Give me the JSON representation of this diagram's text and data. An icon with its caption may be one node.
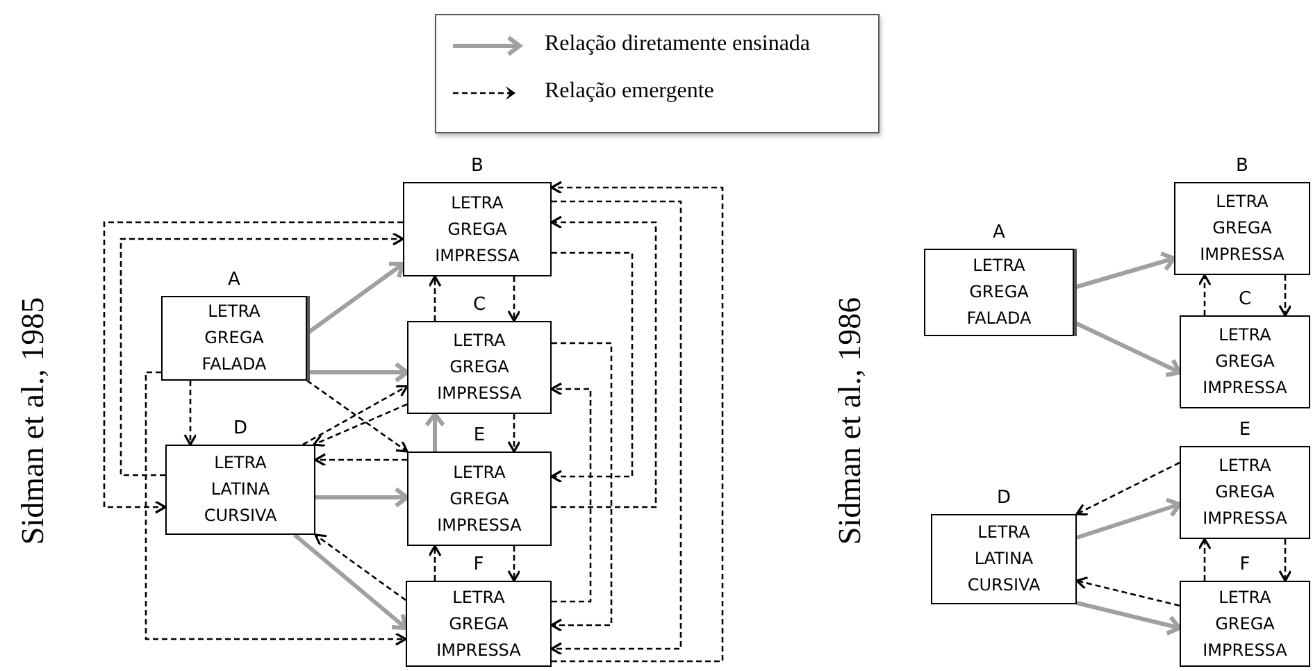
{
  "diagram": {
    "nodes": [
      {
        "text": [
          "A",
          "LETRA GREGA FALADA"
        ]
      },
      {
        "text": [
          "B",
          "LETRA GREGA IMPRESSA"
        ]
      },
      {
        "text": [
          "C",
          "LETRA GREGA IMPRESSA"
        ]
      },
      {
        "text": [
          "D",
          "LETRA LATINA CURSIVA"
        ]
      },
      {
        "text": [
          "E",
          "LETRA GREGA IMPRESSA"
        ]
      },
      {
        "text": [
          "F",
          "LETRA GREGA IMPRESSA"
        ]
      },
      {
        "text": [
          "A",
          "LETRA GREGA FALADA"
        ]
      },
      {
        "text": [
          "B",
          "LETRA GREGA IMPRESSA"
        ]
      },
      {
        "text": [
          "C",
          "LETRA GREGA IMPRESSA"
        ]
      },
      {
        "text": [
          "D",
          "LETRA LATINA CURSIVA"
        ]
      },
      {
        "text": [
          "E",
          "LETRA GREGA IMPRESSA"
        ]
      },
      {
        "text": [
          "F",
          "LETRA GREGA IMPRESSA"
        ]
      }
    ],
    "edges": [
      {
        "from": 0,
        "to": 1,
        "arrow": "to",
        "style": "thick",
        "color": "#a0a0a0"
      },
      {
        "from": 0,
        "to": 2,
        "arrow": "to",
        "style": "thick",
        "color": "#a0a0a0"
      },
      {
        "from": 3,
        "to": 4,
        "arrow": "to",
        "style": "thick",
        "color": "#a0a0a0"
      },
      {
        "from": 3,
        "to": 5,
        "arrow": "to",
        "style": "thick",
        "color": "#a0a0a0"
      },
      {
        "from": 4,
        "to": 2,
        "arrow": "to",
        "style": "thick",
        "color": "#a0a0a0"
      },
      {
        "from": 0,
        "to": 3,
        "arrow": "to",
        "style": "dashed"
      },
      {
        "from": 0,
        "to": 4,
        "arrow": "to",
        "style": "dashed"
      },
      {
        "from": 3,
        "to": 2,
        "arrow": "to",
        "style": "dashed"
      },
      {
        "from": 2,
        "to": 3,
        "arrow": "to",
        "style": "dashed"
      },
      {
        "from": 4,
        "to": 3,
        "arrow": "to",
        "style": "dashed"
      },
      {
        "from": 5,
        "to": 3,
        "arrow": "to",
        "style": "dashed"
      },
      {
        "from": 1,
        "to": 3,
        "arrow": "to",
        "style": "dashed"
      },
      {
        "from": 3,
        "to": 1,
        "arrow": "to",
        "style": "dashed"
      },
      {
        "from": 0,
        "to": 5,
        "arrow": "to",
        "style": "dashed"
      },
      {
        "from": 2,
        "to": 1,
        "arrow": "to",
        "style": "dashed"
      },
      {
        "from": 1,
        "to": 2,
        "arrow": "to",
        "style": "dashed"
      },
      {
        "from": 2,
        "to": 4,
        "arrow": "to",
        "style": "dashed"
      },
      {
        "from": 5,
        "to": 4,
        "arrow": "to",
        "style": "dashed"
      },
      {
        "from": 4,
        "to": 5,
        "arrow": "to",
        "style": "dashed"
      },
      {
        "from": 5,
        "to": 1,
        "arrow": "to",
        "style": "dashed"
      },
      {
        "from": 1,
        "to": 5,
        "arrow": "to",
        "style": "dashed"
      },
      {
        "from": 4,
        "to": 1,
        "arrow": "to",
        "style": "dashed"
      },
      {
        "from": 1,
        "to": 4,
        "arrow": "to",
        "style": "dashed"
      },
      {
        "from": 2,
        "to": 5,
        "arrow": "to",
        "style": "dashed"
      },
      {
        "from": 5,
        "to": 2,
        "arrow": "to",
        "style": "dashed"
      },
      {
        "from": 6,
        "to": 7,
        "arrow": "to",
        "style": "thick",
        "color": "#a0a0a0"
      },
      {
        "from": 6,
        "to": 8,
        "arrow": "to",
        "style": "thick",
        "color": "#a0a0a0"
      },
      {
        "from": 9,
        "to": 10,
        "arrow": "to",
        "style": "thick",
        "color": "#a0a0a0"
      },
      {
        "from": 9,
        "to": 11,
        "arrow": "to",
        "style": "thick",
        "color": "#a0a0a0"
      },
      {
        "from": 8,
        "to": 7,
        "arrow": "to",
        "style": "dashed"
      },
      {
        "from": 7,
        "to": 8,
        "arrow": "to",
        "style": "dashed"
      },
      {
        "from": 10,
        "to": 9,
        "arrow": "to",
        "style": "dashed"
      },
      {
        "from": 11,
        "to": 9,
        "arrow": "to",
        "style": "dashed"
      },
      {
        "from": 11,
        "to": 10,
        "arrow": "to",
        "style": "dashed"
      },
      {
        "from": 10,
        "to": 11,
        "arrow": "to",
        "style": "dashed"
      }
    ],
    "labels": [
      "Sidman et al., 1985",
      "Sidman et al., 1986"
    ],
    "legend": [
      {
        "text": "Relação diretamente ensinada"
      },
      {
        "text": "Relação emergente"
      }
    ]
  }
}
